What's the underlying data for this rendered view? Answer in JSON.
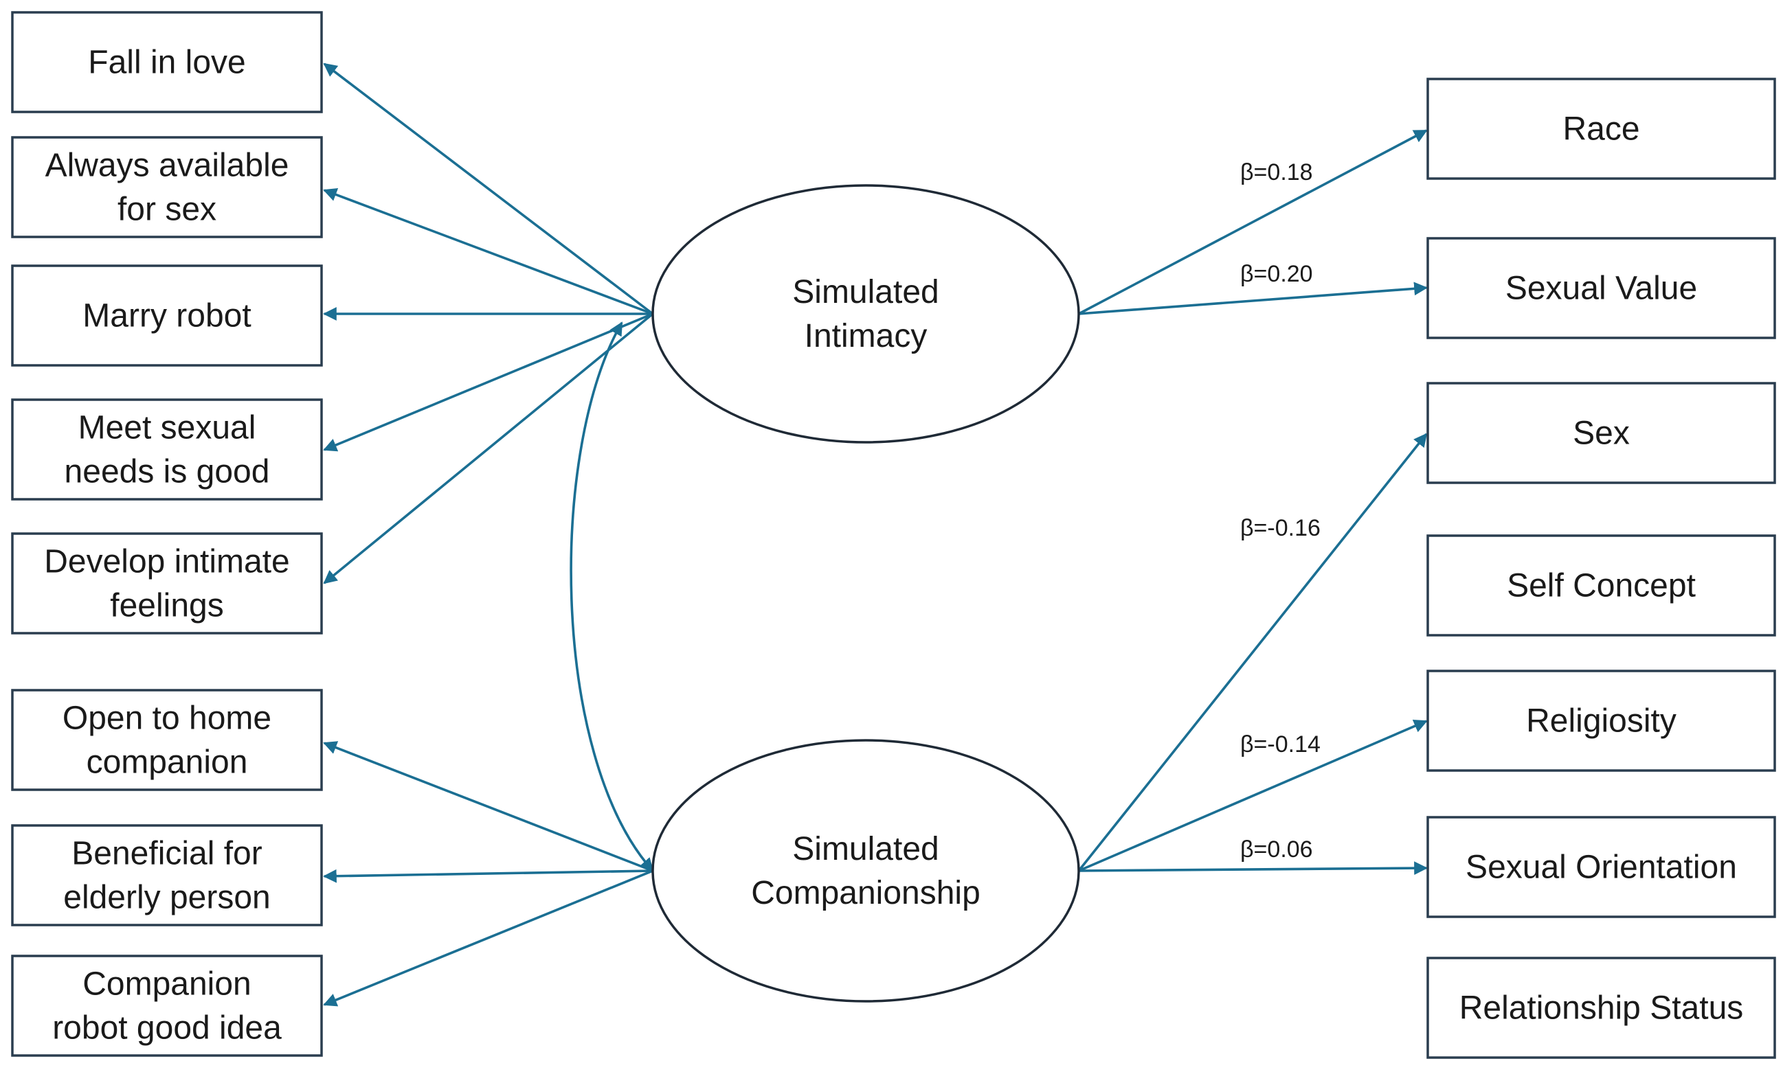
{
  "indicators": [
    {
      "id": "fall-in-love",
      "lines": [
        "Fall in love"
      ]
    },
    {
      "id": "always-available",
      "lines": [
        "Always available",
        "for sex"
      ]
    },
    {
      "id": "marry-robot",
      "lines": [
        "Marry robot"
      ]
    },
    {
      "id": "meet-sexual-needs",
      "lines": [
        "Meet sexual",
        "needs is good"
      ]
    },
    {
      "id": "develop-intimate",
      "lines": [
        "Develop intimate",
        "feelings"
      ]
    },
    {
      "id": "open-home-companion",
      "lines": [
        "Open to home",
        "companion"
      ]
    },
    {
      "id": "beneficial-elderly",
      "lines": [
        "Beneficial for",
        "elderly person"
      ]
    },
    {
      "id": "companion-good-idea",
      "lines": [
        "Companion",
        "robot good idea"
      ]
    }
  ],
  "latents": [
    {
      "id": "simulated-intimacy",
      "lines": [
        "Simulated",
        "Intimacy"
      ]
    },
    {
      "id": "simulated-companionship",
      "lines": [
        "Simulated",
        "Companionship"
      ]
    }
  ],
  "outcomes": [
    {
      "id": "race",
      "lines": [
        "Race"
      ]
    },
    {
      "id": "sexual-value",
      "lines": [
        "Sexual Value"
      ]
    },
    {
      "id": "sex",
      "lines": [
        "Sex"
      ]
    },
    {
      "id": "self-concept",
      "lines": [
        "Self Concept"
      ]
    },
    {
      "id": "religiosity",
      "lines": [
        "Religiosity"
      ]
    },
    {
      "id": "sexual-orientation",
      "lines": [
        "Sexual Orientation"
      ]
    },
    {
      "id": "relationship-status",
      "lines": [
        "Relationship Status"
      ]
    }
  ],
  "paths": [
    {
      "from": "simulated-intimacy",
      "to": "race",
      "label": "β=0.18"
    },
    {
      "from": "simulated-intimacy",
      "to": "sexual-value",
      "label": "β=0.20"
    },
    {
      "from": "simulated-companionship",
      "to": "sex",
      "label": "β=-0.16"
    },
    {
      "from": "simulated-companionship",
      "to": "religiosity",
      "label": "β=-0.14"
    },
    {
      "from": "simulated-companionship",
      "to": "sexual-orientation",
      "label": "β=0.06"
    }
  ],
  "colors": {
    "arrow": "#1b6f93",
    "box_border": "#2a3d4f",
    "text": "#1a1a1a"
  }
}
